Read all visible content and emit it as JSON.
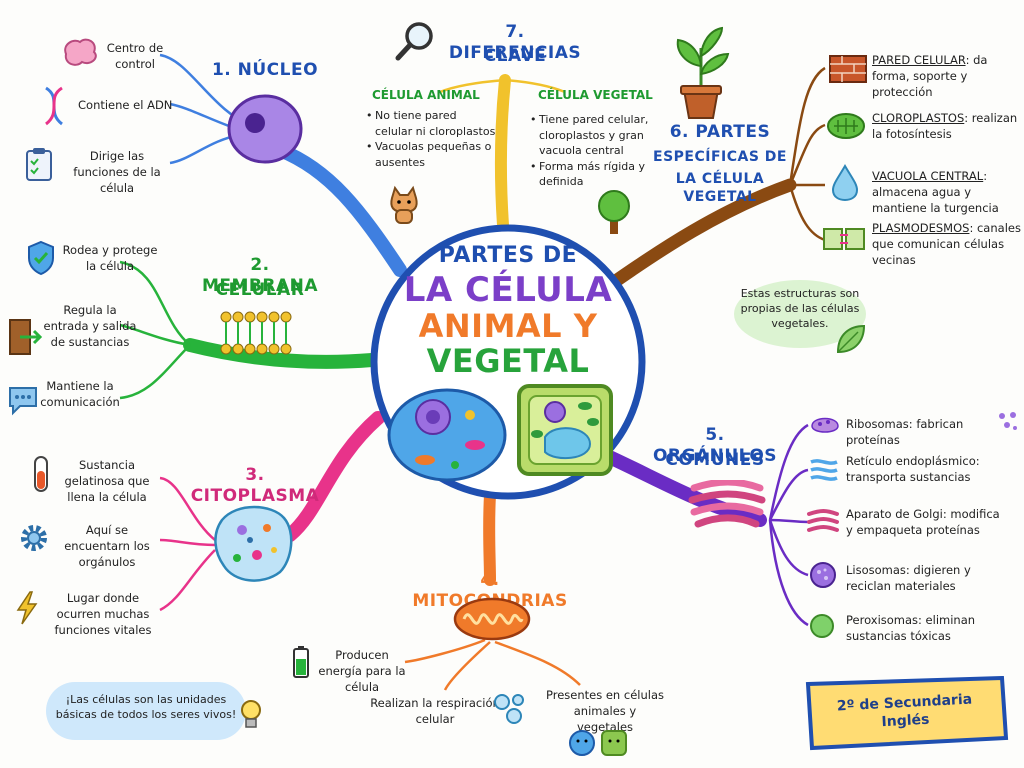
{
  "center": {
    "line1": "PARTES DE",
    "line2": "LA CÉLULA",
    "line3": "ANIMAL Y",
    "line4": "VEGETAL"
  },
  "nucleo": {
    "title": "1. NÚCLEO",
    "items": [
      "Centro de control",
      "Contiene el ADN",
      "Dirige las funciones de la célula"
    ]
  },
  "membrana": {
    "title_line1": "2. MEMBRANA",
    "title_line2": "CELULAR",
    "items": [
      "Rodea y protege la célula",
      "Regula la entrada y salida de sustancias",
      "Mantiene la comunicación"
    ]
  },
  "citoplasma": {
    "title": "3. CITOPLASMA",
    "items": [
      "Sustancia gelatinosa que llena la célula",
      "Aquí se encuentarn los orgánulos",
      "Lugar donde ocurren muchas funciones vitales"
    ]
  },
  "mitocondrias": {
    "title": "4. MITOCONDRIAS",
    "items": [
      "Producen energía para la célula",
      "Realizan la respiración celular",
      "Presentes en células animales y vegetales"
    ]
  },
  "organulos": {
    "title_line1": "5. ORGÁNULOS",
    "title_line2": "COMUNES",
    "items": [
      "Ribosomas: fabrican proteínas",
      "Retículo endoplásmico: transporta sustancias",
      "Aparato de Golgi: modifica y empaqueta proteínas",
      "Lisosomas: digieren y reciclan materiales",
      "Peroxisomas: eliminan sustancias tóxicas"
    ]
  },
  "vegetal": {
    "title_line1": "6. PARTES",
    "title_line2": "ESPECÍFICAS DE",
    "title_line3": "LA CÉLULA VEGETAL",
    "items": [
      {
        "term": "PARED CELULAR",
        "desc": ": da forma, soporte y protección"
      },
      {
        "term": "CLOROPLASTOS",
        "desc": ": realizan la fotosíntesis"
      },
      {
        "term": "VACUOLA CENTRAL",
        "desc": ": almacena agua y mantiene la turgencia"
      },
      {
        "term": "PLASMODESMOS",
        "desc": ": canales que comunican células vecinas"
      }
    ],
    "note": "Estas estructuras son propias de las células vegetales."
  },
  "diferencias": {
    "title_line1": "7. DIFERENCIAS",
    "title_line2": "CLAVE",
    "animal_title": "CÉLULA ANIMAL",
    "animal_items": [
      "No tiene pared celular ni cloroplastos",
      "Vacuolas pequeñas o ausentes"
    ],
    "vegetal_title": "CÉLULA VEGETAL",
    "vegetal_items": [
      "Tiene pared celular, cloroplastos y gran vacuola central",
      "Forma más rígida y definida"
    ]
  },
  "footer_note": "¡Las células son las unidades básicas de todos los seres vivos!",
  "badge": {
    "line1": "2º de Secundaria",
    "line2": "Inglés"
  },
  "colors": {
    "nucleo": "#3f7fe0",
    "membrana": "#27b33b",
    "citoplasma": "#e8338a",
    "mitocondrias": "#f07a2a",
    "organulos": "#6a2cc4",
    "vegetal": "#8a4a12",
    "diferencias": "#f1c22c",
    "ring": "#1f4fb0"
  }
}
